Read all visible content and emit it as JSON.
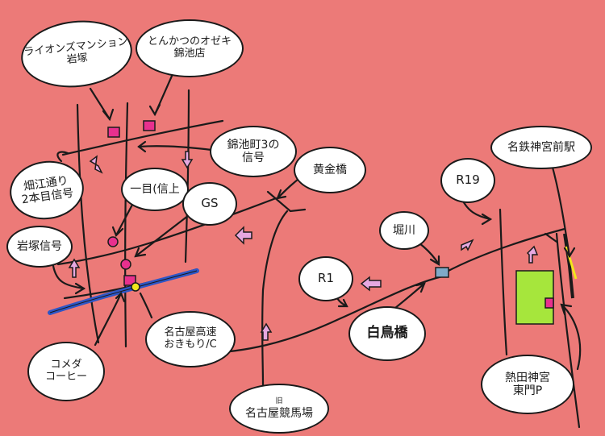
{
  "labels": {
    "lions_mansion": {
      "line1": "ライオンズマンション",
      "line2": "岩塚"
    },
    "tonkatsu": {
      "line1": "とんかつのオゼキ",
      "line2": "錦池店"
    },
    "shinikecho_signal": {
      "line1": "錦池町3の",
      "line2": "信号"
    },
    "hatae_signal": {
      "line1": "畑江通り",
      "line2": "2本目信号"
    },
    "ichiban_shita": {
      "line1": "一目(信上"
    },
    "gs": {
      "line1": "GS"
    },
    "iwatsuka_signal": {
      "line1": "岩塚信号"
    },
    "nagoya_expressway": {
      "line1": "名古屋高速",
      "line2": "おきもり/C"
    },
    "komeda": {
      "line1": "コメダ",
      "line2": "コーヒー"
    },
    "ogonbashi": {
      "line1": "黄金橋"
    },
    "r1": {
      "line1": "R1"
    },
    "horikawa": {
      "line1": "堀川"
    },
    "shiratori": {
      "line1": "白鳥橋"
    },
    "r19": {
      "line1": "R19"
    },
    "meitetsu_station": {
      "line1": "名鉄神宮前駅"
    },
    "atsuta_shrine": {
      "line1": "熱田神宮",
      "line2": "東門P"
    },
    "racecourse": {
      "line1": "名古屋競馬場",
      "ruby": "旧"
    }
  },
  "colors": {
    "background": "#ec7a78",
    "road": "#1a1a1a",
    "expressway": "#2e56c6",
    "arrow_fill": "#e6a8e0",
    "marker": "#e8308e",
    "park": "#a6e63c",
    "interchange": "#f2e61c"
  }
}
